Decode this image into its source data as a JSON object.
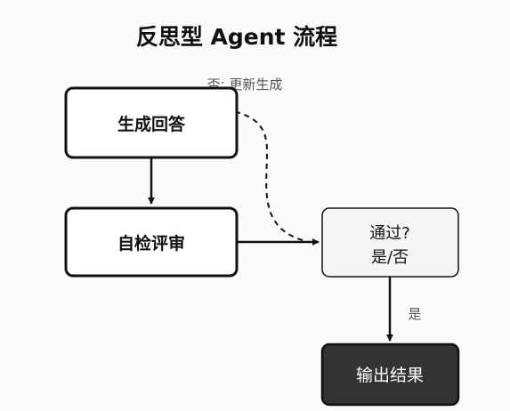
{
  "title": "反思型 Agent 流程",
  "nodes": {
    "generate": "生成回答",
    "review": "自检评审",
    "decision_line1": "通过?",
    "decision_line2": "是/否",
    "output": "输出结果"
  },
  "edges": {
    "no_label": "否: 更新生成",
    "yes_label": "是"
  },
  "colors": {
    "background": "#fafafa",
    "node_fill": "#ffffff",
    "decision_fill": "#f4f4f4",
    "output_fill": "#333333",
    "stroke": "#111111"
  }
}
